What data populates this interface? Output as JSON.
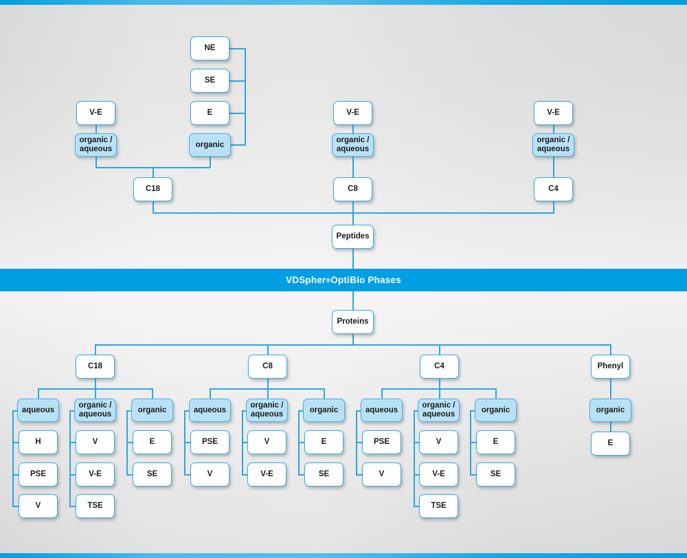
{
  "banner": {
    "title_main": "VDSpher",
    "title_sup": "®",
    "title_rest": " OptiBio Phases",
    "color": "#009fe3"
  },
  "colors": {
    "accent": "#009fe3",
    "line": "#2ba6e0",
    "box_border": "#3aa8dd",
    "box_fill": "#ffffff",
    "category_fill": "#b9e1f6",
    "text": "#1a1a1a",
    "background_top": "#d9d9d9",
    "background_mid": "#f2f2f2"
  },
  "peptides": {
    "root_label": "Peptides",
    "columns": [
      {
        "id": "c18",
        "label": "C18",
        "groups": [
          {
            "id": "c18-org-aq",
            "label": "organic /\naqueous",
            "is_category": true,
            "items": [
              {
                "label": "V-E"
              }
            ]
          },
          {
            "id": "c18-org",
            "label": "organic",
            "is_category": true,
            "items": [
              {
                "label": "NE"
              },
              {
                "label": "SE"
              },
              {
                "label": "E"
              }
            ]
          }
        ]
      },
      {
        "id": "c8",
        "label": "C8",
        "groups": [
          {
            "id": "c8-org-aq",
            "label": "organic /\naqueous",
            "is_category": true,
            "items": [
              {
                "label": "V-E"
              }
            ]
          }
        ]
      },
      {
        "id": "c4",
        "label": "C4",
        "groups": [
          {
            "id": "c4-org-aq",
            "label": "organic /\naqueous",
            "is_category": true,
            "items": [
              {
                "label": "V-E"
              }
            ]
          }
        ]
      }
    ]
  },
  "proteins": {
    "root_label": "Proteins",
    "columns": [
      {
        "id": "p-c18",
        "label": "C18",
        "groups": [
          {
            "id": "p-c18-aqueous",
            "label": "aqueous",
            "items": [
              "H",
              "PSE",
              "V"
            ]
          },
          {
            "id": "p-c18-org-aq",
            "label": "organic /\naqueous",
            "items": [
              "V",
              "V-E",
              "TSE"
            ]
          },
          {
            "id": "p-c18-org",
            "label": "organic",
            "items": [
              "E",
              "SE"
            ]
          }
        ]
      },
      {
        "id": "p-c8",
        "label": "C8",
        "groups": [
          {
            "id": "p-c8-aqueous",
            "label": "aqueous",
            "items": [
              "PSE",
              "V"
            ]
          },
          {
            "id": "p-c8-org-aq",
            "label": "organic /\naqueous",
            "items": [
              "V",
              "V-E"
            ]
          },
          {
            "id": "p-c8-org",
            "label": "organic",
            "items": [
              "E",
              "SE"
            ]
          }
        ]
      },
      {
        "id": "p-c4",
        "label": "C4",
        "groups": [
          {
            "id": "p-c4-aqueous",
            "label": "aqueous",
            "items": [
              "PSE",
              "V"
            ]
          },
          {
            "id": "p-c4-org-aq",
            "label": "organic /\naqueous",
            "items": [
              "V",
              "V-E",
              "TSE"
            ]
          },
          {
            "id": "p-c4-org",
            "label": "organic",
            "items": [
              "E",
              "SE"
            ]
          }
        ]
      },
      {
        "id": "p-phenyl",
        "label": "Phenyl",
        "groups": [
          {
            "id": "p-phenyl-org",
            "label": "organic",
            "items": [
              "E"
            ]
          }
        ]
      }
    ]
  }
}
